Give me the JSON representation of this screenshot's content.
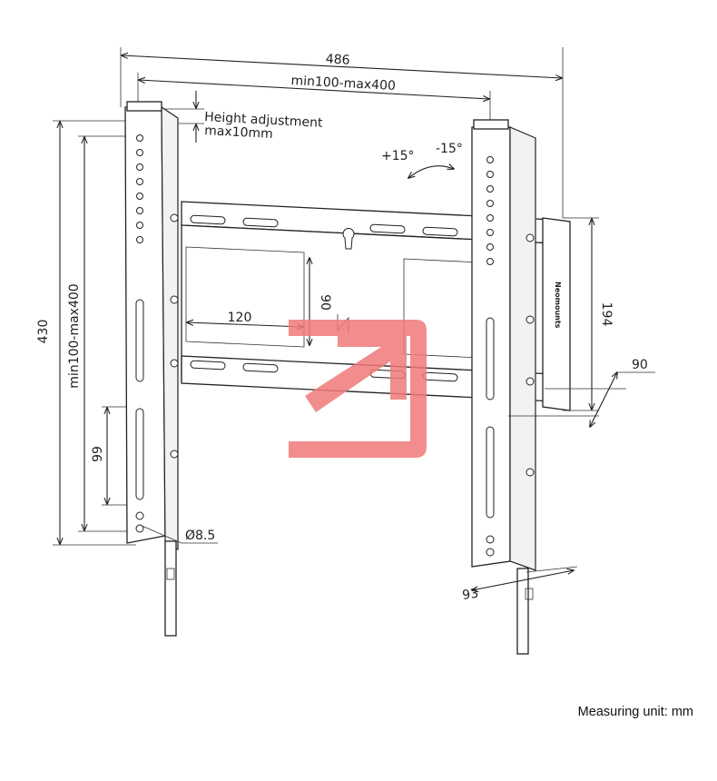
{
  "dimensions": {
    "overall_width": "486",
    "bracket_span": "min100-max400",
    "height_adjust_line1": "Height adjustment",
    "height_adjust_line2": "max10mm",
    "tilt_up": "+15°",
    "tilt_down": "-15°",
    "overall_height": "430",
    "vertical_span": "min100-max400",
    "slot_120": "120",
    "slot_90": "90",
    "plate_height": "194",
    "depth": "90",
    "dim_99": "99",
    "hole_dia": "Ø8.5",
    "depth_min": "93"
  },
  "brand": {
    "name": "Neomounts",
    "watermark_color": "#f07a7a"
  },
  "footer": {
    "unit": "Measuring unit: mm"
  }
}
